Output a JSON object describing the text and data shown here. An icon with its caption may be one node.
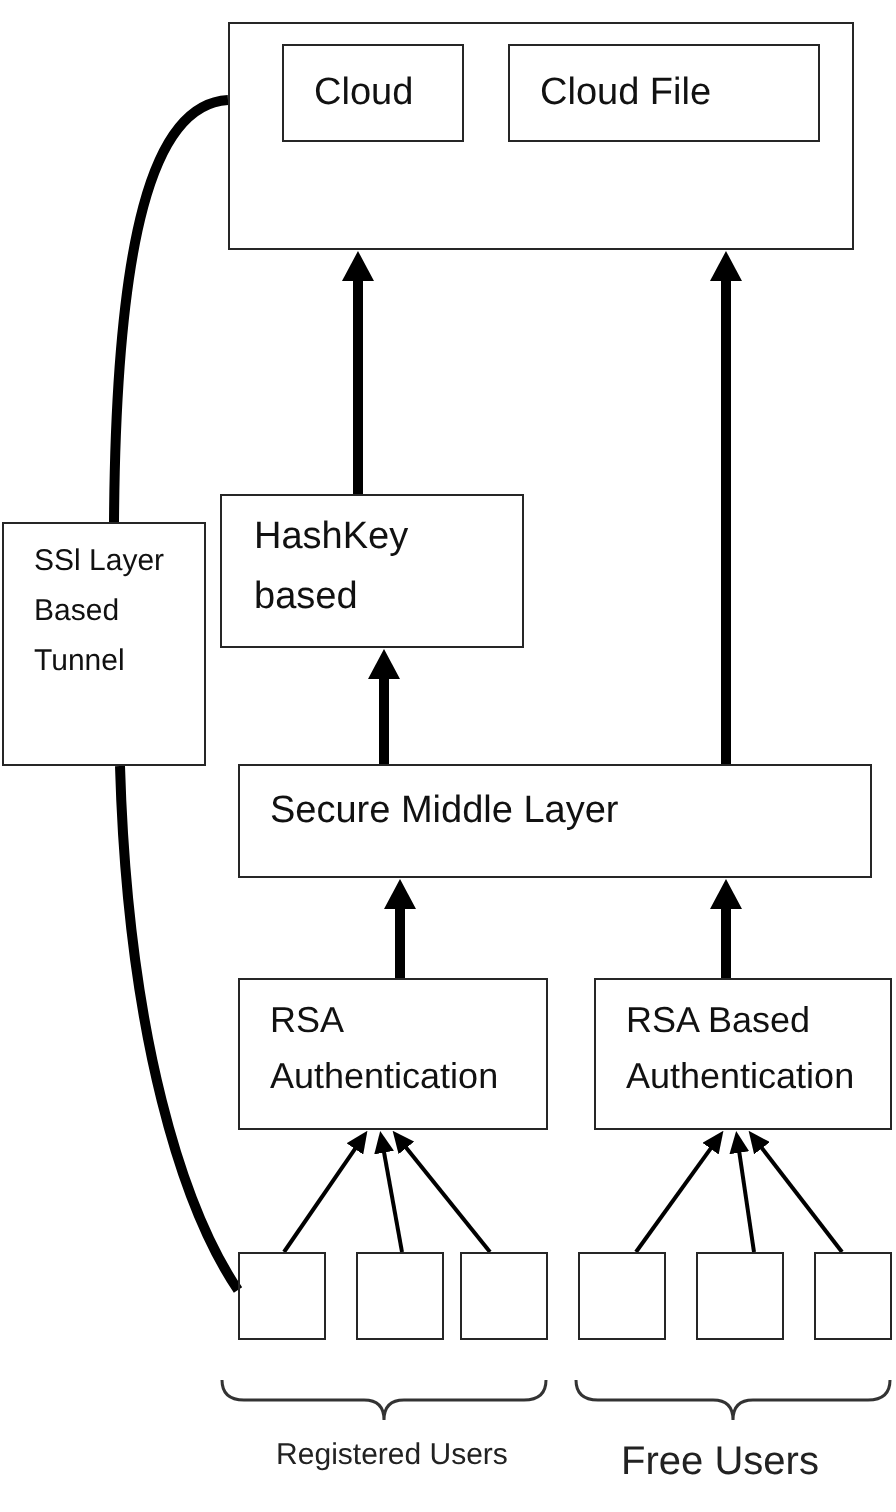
{
  "diagram": {
    "nodes": [
      {
        "text": [],
        "shape": "box"
      },
      {
        "text": [
          "Cloud"
        ],
        "in": 0
      },
      {
        "text": [
          "Cloud File"
        ],
        "in": 0
      },
      {
        "text": [
          "SSl Layer Based Tunnel"
        ]
      },
      {
        "text": [
          "HashKey based"
        ]
      },
      {
        "text": [
          "Secure Middle Layer"
        ]
      },
      {
        "text": [
          "RSA Authentication"
        ]
      },
      {
        "text": [
          "RSA Based Authentication"
        ]
      },
      {
        "text": [],
        "shape": "box"
      },
      {
        "text": [],
        "shape": "box"
      },
      {
        "text": [],
        "shape": "box"
      },
      {
        "text": [],
        "shape": "box"
      },
      {
        "text": [],
        "shape": "box"
      },
      {
        "text": [],
        "shape": "box"
      }
    ],
    "edges": [
      {
        "from": 4,
        "to": 0,
        "arrow": "to"
      },
      {
        "from": 5,
        "to": 0,
        "arrow": "to"
      },
      {
        "from": 5,
        "to": 4,
        "arrow": "to"
      },
      {
        "from": 6,
        "to": 5,
        "arrow": "to"
      },
      {
        "from": 7,
        "to": 5,
        "arrow": "to"
      },
      {
        "from": 8,
        "to": 6,
        "arrow": "to"
      },
      {
        "from": 9,
        "to": 6,
        "arrow": "to"
      },
      {
        "from": 10,
        "to": 6,
        "arrow": "to"
      },
      {
        "from": 11,
        "to": 7,
        "arrow": "to"
      },
      {
        "from": 12,
        "to": 7,
        "arrow": "to"
      },
      {
        "from": 13,
        "to": 7,
        "arrow": "to"
      },
      {
        "from": 0,
        "to": 3,
        "arrow": "none"
      },
      {
        "from": 3,
        "to": 8,
        "arrow": "none"
      }
    ],
    "labels": [
      "Registered Users",
      "Free Users"
    ]
  }
}
